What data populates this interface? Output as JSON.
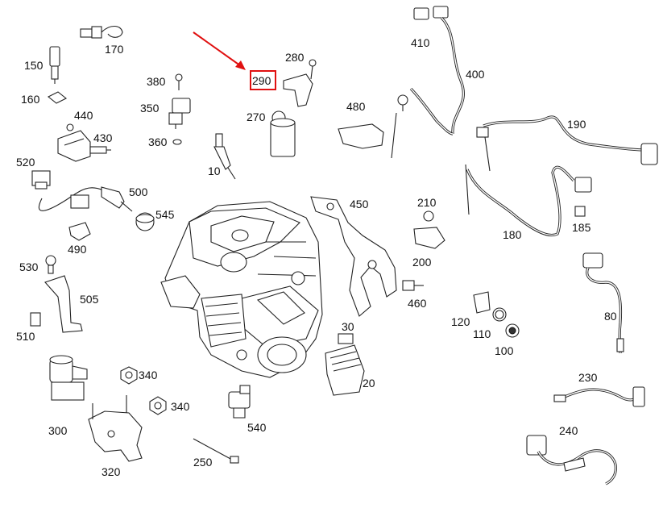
{
  "callouts": [
    {
      "id": "170",
      "text": "170"
    },
    {
      "id": "150",
      "text": "150"
    },
    {
      "id": "160",
      "text": "160"
    },
    {
      "id": "440",
      "text": "440"
    },
    {
      "id": "430",
      "text": "430"
    },
    {
      "id": "520",
      "text": "520"
    },
    {
      "id": "500",
      "text": "500"
    },
    {
      "id": "545",
      "text": "545"
    },
    {
      "id": "490",
      "text": "490"
    },
    {
      "id": "530",
      "text": "530"
    },
    {
      "id": "505",
      "text": "505"
    },
    {
      "id": "510",
      "text": "510"
    },
    {
      "id": "340a",
      "text": "340"
    },
    {
      "id": "340b",
      "text": "340"
    },
    {
      "id": "300",
      "text": "300"
    },
    {
      "id": "320",
      "text": "320"
    },
    {
      "id": "250",
      "text": "250"
    },
    {
      "id": "540",
      "text": "540"
    },
    {
      "id": "380",
      "text": "380"
    },
    {
      "id": "350",
      "text": "350"
    },
    {
      "id": "360",
      "text": "360"
    },
    {
      "id": "10",
      "text": "10"
    },
    {
      "id": "280",
      "text": "280"
    },
    {
      "id": "290",
      "text": "290"
    },
    {
      "id": "270",
      "text": "270"
    },
    {
      "id": "30",
      "text": "30"
    },
    {
      "id": "20",
      "text": "20"
    },
    {
      "id": "450",
      "text": "450"
    },
    {
      "id": "460",
      "text": "460"
    },
    {
      "id": "210",
      "text": "210"
    },
    {
      "id": "200",
      "text": "200"
    },
    {
      "id": "480",
      "text": "480"
    },
    {
      "id": "410",
      "text": "410"
    },
    {
      "id": "400",
      "text": "400"
    },
    {
      "id": "190",
      "text": "190"
    },
    {
      "id": "180",
      "text": "180"
    },
    {
      "id": "185",
      "text": "185"
    },
    {
      "id": "120",
      "text": "120"
    },
    {
      "id": "110",
      "text": "110"
    },
    {
      "id": "100",
      "text": "100"
    },
    {
      "id": "80",
      "text": "80"
    },
    {
      "id": "230",
      "text": "230"
    },
    {
      "id": "240",
      "text": "240"
    }
  ],
  "highlighted_callout": "290",
  "colors": {
    "highlight": "#e01010",
    "line": "#222222",
    "background": "#ffffff"
  }
}
